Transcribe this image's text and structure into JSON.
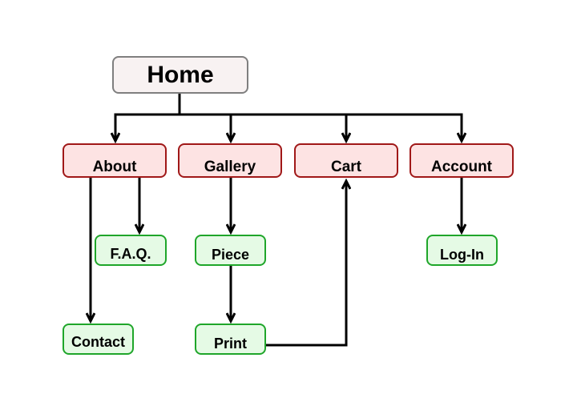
{
  "colors": {
    "root_fill": "#f8f2f2",
    "root_border": "#7f7f7f",
    "section_fill": "#fde3e3",
    "section_border": "#a01818",
    "leaf_fill": "#e5fae5",
    "leaf_border": "#1fa62a",
    "edge": "#000000"
  },
  "nodes": {
    "home": {
      "label": "Home",
      "level": "root"
    },
    "about": {
      "label": "About",
      "level": "section"
    },
    "gallery": {
      "label": "Gallery",
      "level": "section"
    },
    "cart": {
      "label": "Cart",
      "level": "section"
    },
    "account": {
      "label": "Account",
      "level": "section"
    },
    "faq": {
      "label": "F.A.Q.",
      "level": "leaf"
    },
    "piece": {
      "label": "Piece",
      "level": "leaf"
    },
    "login": {
      "label": "Log-In",
      "level": "leaf"
    },
    "contact": {
      "label": "Contact",
      "level": "leaf"
    },
    "print": {
      "label": "Print",
      "level": "leaf"
    }
  },
  "edges": [
    {
      "from": "home",
      "to": "about"
    },
    {
      "from": "home",
      "to": "gallery"
    },
    {
      "from": "home",
      "to": "cart"
    },
    {
      "from": "home",
      "to": "account"
    },
    {
      "from": "about",
      "to": "faq"
    },
    {
      "from": "about",
      "to": "contact"
    },
    {
      "from": "gallery",
      "to": "piece"
    },
    {
      "from": "piece",
      "to": "print"
    },
    {
      "from": "account",
      "to": "login"
    },
    {
      "from": "print",
      "to": "cart"
    }
  ]
}
